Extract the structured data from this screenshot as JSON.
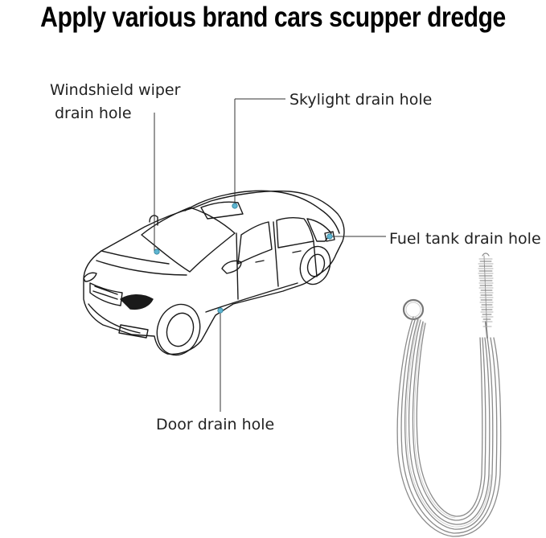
{
  "title": "Apply various brand cars scupper dredge",
  "labels": {
    "windshield_line1": "Windshield wiper",
    "windshield_line2": "drain hole",
    "skylight": "Skylight drain hole",
    "fuel_tank": "Fuel tank drain hole",
    "door": "Door drain hole"
  },
  "colors": {
    "marker": "#5fb6d2",
    "line": "#333333"
  },
  "illustrations": [
    "car-line-drawing",
    "drain-cleaning-brush-tool"
  ]
}
